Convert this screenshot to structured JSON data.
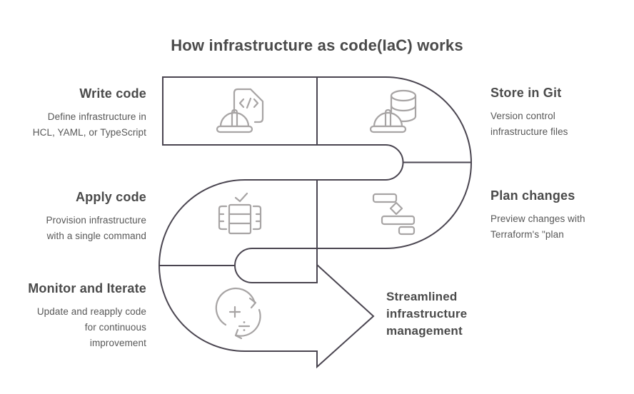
{
  "title": "How infrastructure as code(IaC) works",
  "steps": [
    {
      "id": "write-code",
      "heading": "Write code",
      "description": "Define infrastructure in\nHCL, YAML, or TypeScript",
      "icon": "code-file-hardhat-icon"
    },
    {
      "id": "store-in-git",
      "heading": "Store in Git",
      "description": "Version control\ninfrastructure files",
      "icon": "database-hardhat-icon"
    },
    {
      "id": "apply-code",
      "heading": "Apply code",
      "description": "Provision infrastructure\nwith a single command",
      "icon": "table-check-icon"
    },
    {
      "id": "plan-changes",
      "heading": "Plan changes",
      "description": "Preview changes with\nTerraform's \"plan",
      "icon": "gantt-plan-icon"
    },
    {
      "id": "monitor-and-iterate",
      "heading": "Monitor and Iterate",
      "description": "Update and reapply code\nfor continuous\nimprovement",
      "icon": "refresh-calculate-icon"
    }
  ],
  "result": {
    "heading": "Streamlined\ninfrastructure\nmanagement"
  },
  "colors": {
    "background": "#ffffff",
    "path_stroke": "#4a4550",
    "icon_stroke": "#a7a4a4",
    "heading_text": "#4a4a4a",
    "body_text": "#575757"
  }
}
